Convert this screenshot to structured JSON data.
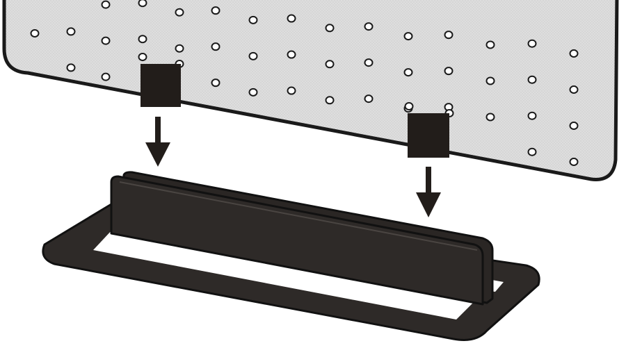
{
  "diagram": {
    "subject": "pegboard-insertion-into-stand",
    "colors": {
      "background": "#ffffff",
      "board_fill": "#dcdcdc",
      "board_outline": "#1a1a1a",
      "hole_fill": "#ffffff",
      "tab_fill": "#221d1a",
      "stand_fill": "#2e2a28",
      "stand_slot": "#ffffff",
      "arrow": "#221d1a"
    },
    "parts": [
      "pegboard",
      "mounting-tab-left",
      "mounting-tab-right",
      "stand-base",
      "stand-slot-wall"
    ],
    "arrow_count": 2,
    "arrow_direction": "down"
  }
}
